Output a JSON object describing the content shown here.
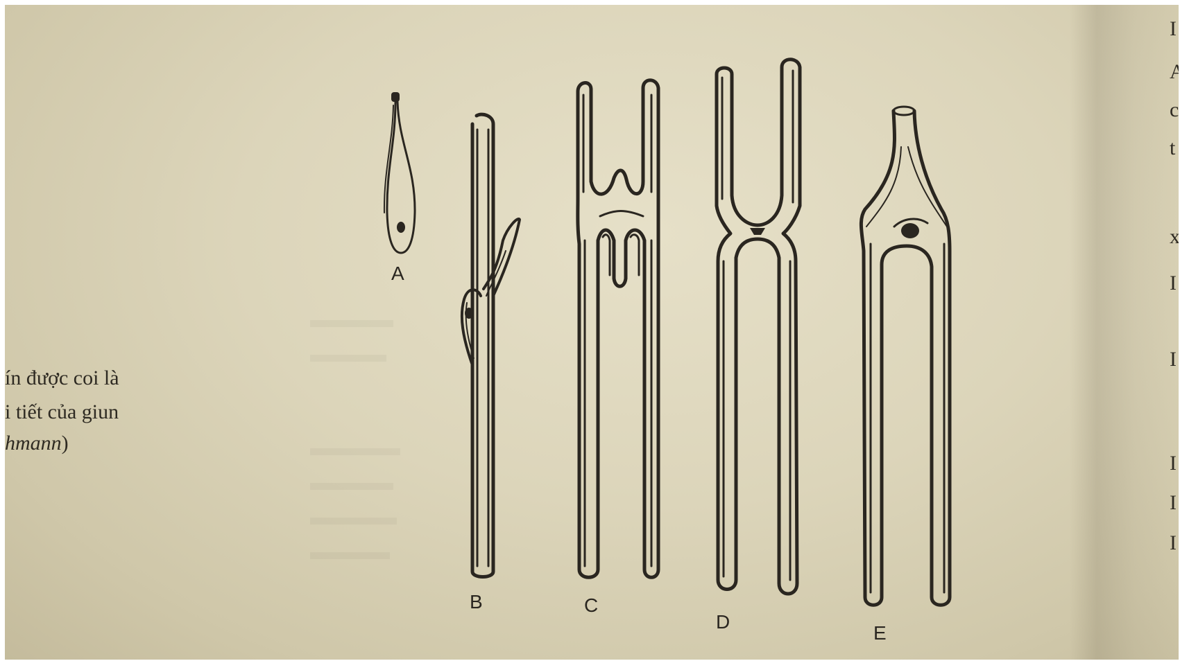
{
  "caption": {
    "line1": "ín được coi là",
    "line2": "i tiết của giun",
    "line3_italic": "hmann",
    "line3_tail": ")"
  },
  "figure": {
    "labels": [
      "A",
      "B",
      "C",
      "D",
      "E"
    ]
  },
  "right_edge_chars": [
    "I",
    "A",
    "c",
    "t",
    "x",
    "I",
    "I",
    "I",
    "I",
    "I"
  ],
  "colors": {
    "paper": "#dcd5ba",
    "ink": "#2a2620"
  }
}
